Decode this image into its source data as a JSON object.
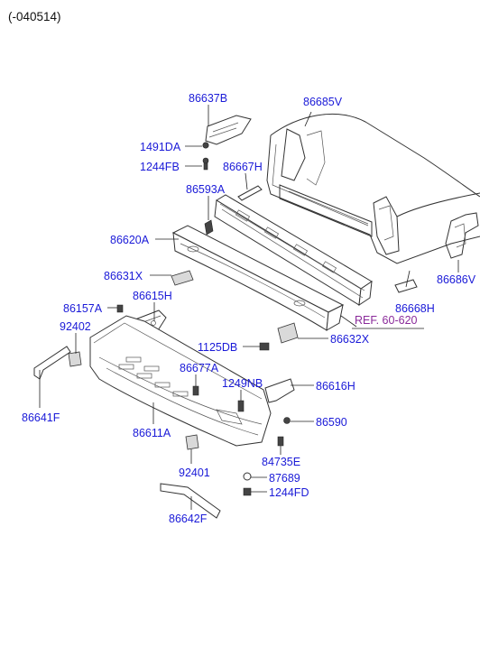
{
  "header": {
    "applicability": "(-040514)"
  },
  "colors": {
    "part_number": "#1a1ad8",
    "reference": "#8a2a9a",
    "line_art": "#333333"
  },
  "parts": {
    "p86637B": "86637B",
    "p86685V": "86685V",
    "p1491DA": "1491DA",
    "p1244FB": "1244FB",
    "p86667H": "86667H",
    "p86593A": "86593A",
    "p86620A": "86620A",
    "p86686V": "86686V",
    "p86631X": "86631X",
    "p86668H": "86668H",
    "p86157A": "86157A",
    "p86615H": "86615H",
    "p92402": "92402",
    "p86632X": "86632X",
    "p1125DB": "1125DB",
    "p86677A": "86677A",
    "p1249NB": "1249NB",
    "p86616H": "86616H",
    "p86641F": "86641F",
    "p86590": "86590",
    "p86611A": "86611A",
    "p84735E": "84735E",
    "p92401": "92401",
    "p87689": "87689",
    "p1244FD": "1244FD",
    "p86642F": "86642F"
  },
  "reference": {
    "label": "REF. 60-620"
  }
}
